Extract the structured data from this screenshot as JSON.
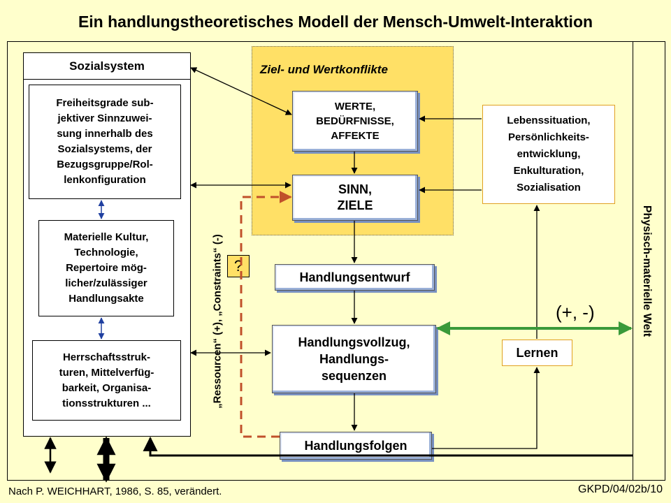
{
  "title": "Ein handlungstheoretisches Modell der Mensch-Umwelt-Interaktion",
  "ziel_label": "Ziel- und Wertkonflikte",
  "sozialsystem": {
    "title": "Sozialsystem",
    "box1": "Freiheitsgrade sub-\njektiver Sinnzuwei-\nsung innerhalb des\nSozialsystems, der\nBezugsgruppe/Rol-\nlenkonfiguration",
    "box2": "Materielle Kultur,\nTechnologie,\nRepertoire mög-\nlicher/zulässiger\nHandlungsakte",
    "box3": "Herrschaftsstruk-\nturen, Mittelverfüg-\nbarkeit, Organisa-\ntionsstrukturen ..."
  },
  "nodes": {
    "werte": "WERTE,\nBEDÜRFNISSE,\nAFFEKTE",
    "sinn": "SINN,\nZIELE",
    "entwurf": "Handlungsentwurf",
    "vollzug": "Handlungsvollzug,\nHandlungs-\nsequenzen",
    "folgen": "Handlungsfolgen"
  },
  "lebenssituation": "Lebenssituation,\nPersönlichkeits-\nentwicklung,\nEnkulturation,\nSozialisation",
  "lernen": "Lernen",
  "question_mark": "?",
  "plus_minus": "(+, -)",
  "ressourcen_label": "„Ressourcen“ (+), „Constraints“ (-)",
  "physisch_label": "Physisch-materielle Welt",
  "footer": {
    "source": "Nach P. WEICHHART, 1986, S. 85, verändert.",
    "code": "GKPD/04/02b/10"
  },
  "colors": {
    "background": "#ffffcc",
    "ziel_area": "#ffe066",
    "dashed_feedback": "#c0502a",
    "green_link": "#3a9a3a",
    "blue_link": "#2040a0"
  }
}
